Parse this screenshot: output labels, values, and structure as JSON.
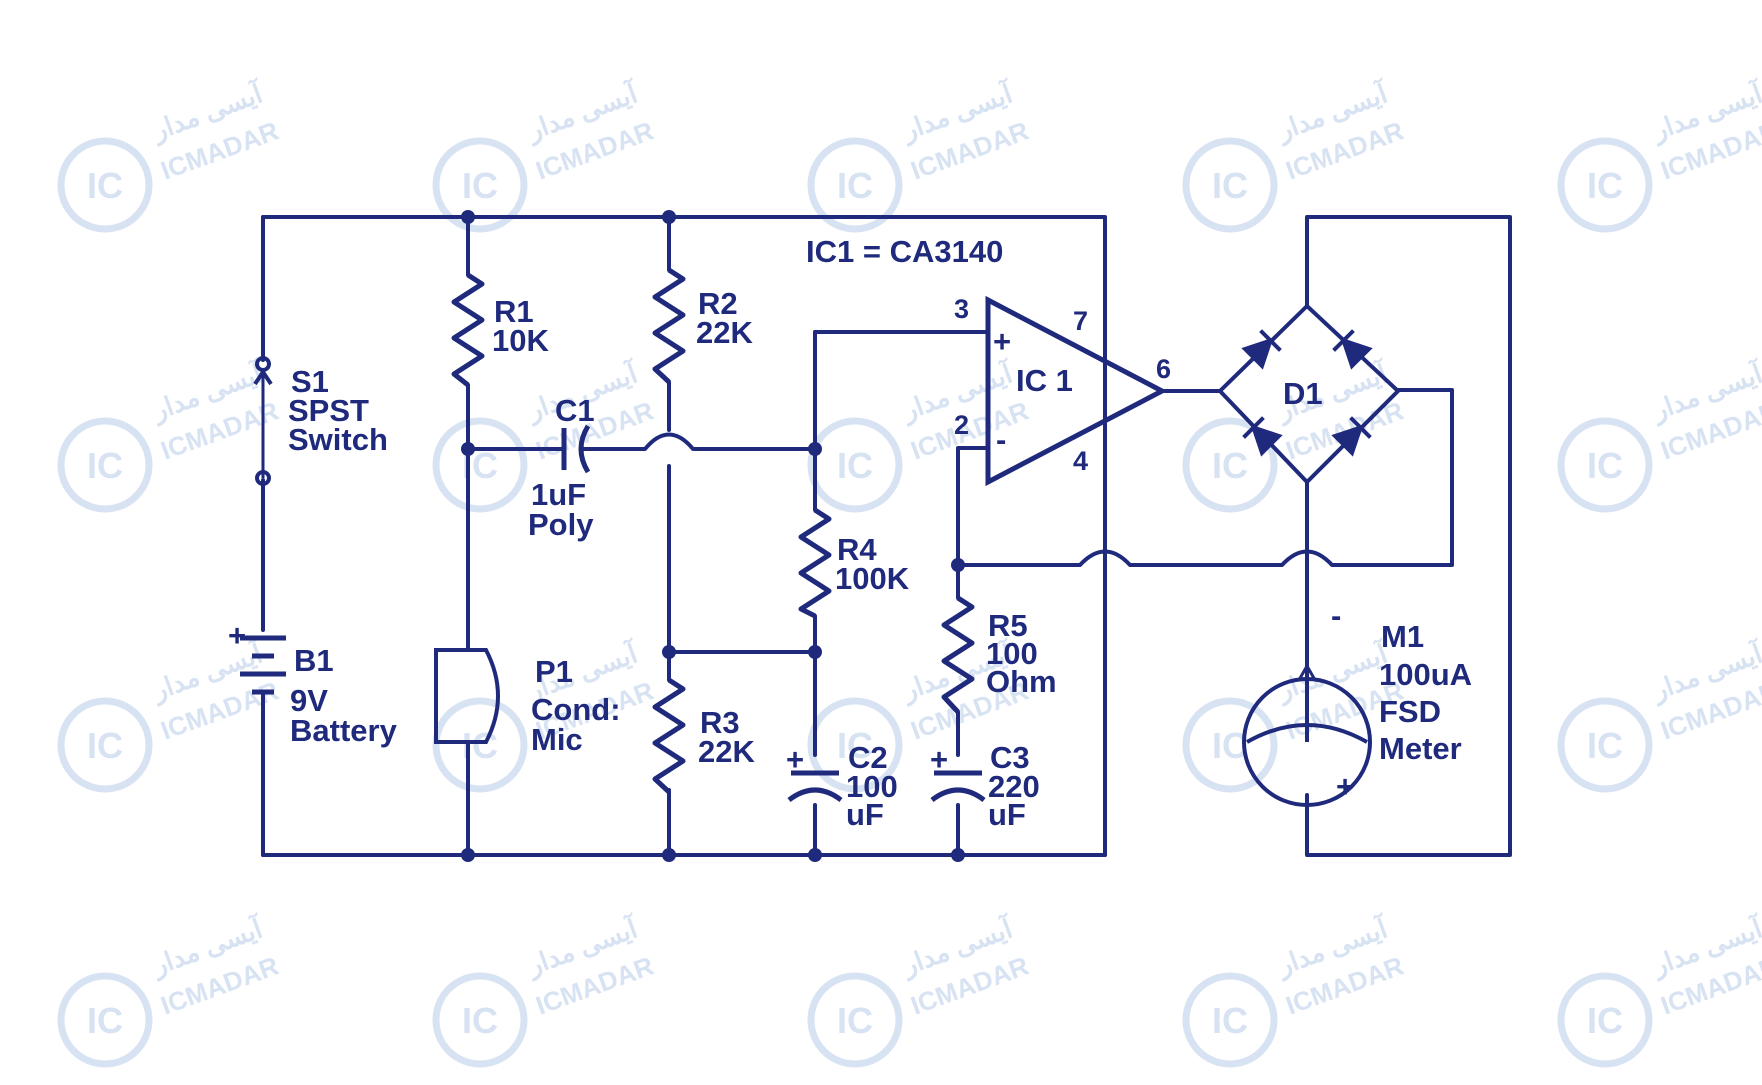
{
  "colors": {
    "ink": "#1f2a7d",
    "watermark": "#d7e2f2",
    "background": "#ffffff"
  },
  "watermark": {
    "latin": "ICMADAR",
    "persian": "آیسی مدار",
    "logo": "IC"
  },
  "title": "IC1 = CA3140",
  "components": {
    "s1": {
      "ref": "S1",
      "line1": "SPST",
      "line2": "Switch"
    },
    "b1": {
      "ref": "B1",
      "line1": "9V",
      "line2": "Battery",
      "plus": "+"
    },
    "r1": {
      "ref": "R1",
      "value": "10K"
    },
    "r2": {
      "ref": "R2",
      "value": "22K"
    },
    "r3": {
      "ref": "R3",
      "value": "22K"
    },
    "r4": {
      "ref": "R4",
      "value": "100K"
    },
    "r5": {
      "ref": "R5",
      "line1": "100",
      "line2": "Ohm"
    },
    "c1": {
      "ref": "C1",
      "line1": "1uF",
      "line2": "Poly"
    },
    "c2": {
      "ref": "C2",
      "line1": "100",
      "line2": "uF",
      "plus": "+"
    },
    "c3": {
      "ref": "C3",
      "line1": "220",
      "line2": "uF",
      "plus": "+"
    },
    "p1": {
      "ref": "P1",
      "line1": "Cond:",
      "line2": "Mic"
    },
    "ic1": {
      "ref": "IC 1",
      "pin3": "3",
      "pin2": "2",
      "pin7": "7",
      "pin4": "4",
      "pin6": "6",
      "plus": "+",
      "minus": "-"
    },
    "d1": {
      "ref": "D1"
    },
    "m1": {
      "ref": "M1",
      "line1": "100uA",
      "line2": "FSD",
      "line3": "Meter",
      "minus": "-",
      "plus": "+"
    }
  }
}
